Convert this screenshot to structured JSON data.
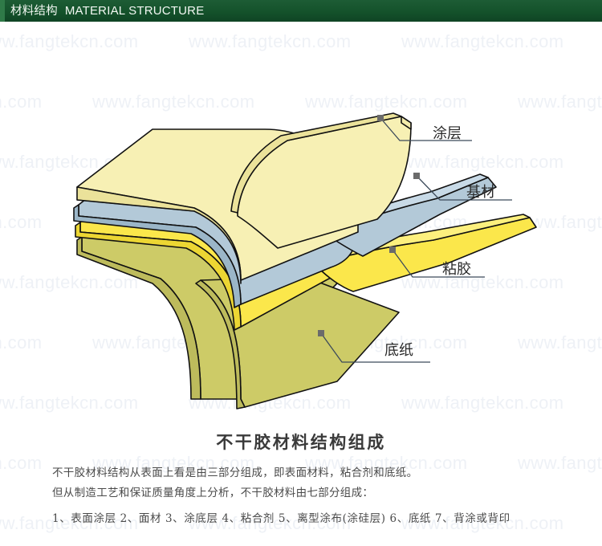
{
  "header": {
    "title_cn": "材料结构",
    "title_en": "MATERIAL STRUCTURE",
    "background_color": "#14522b",
    "text_color": "#f2f7f2"
  },
  "watermark": {
    "text": "www.fangtekcn.com",
    "color": "#eef1f6"
  },
  "diagram": {
    "name": "adhesive-material-layer-structure",
    "layers": [
      {
        "key": "coating",
        "label": "涂层",
        "color": "#f7f0b4",
        "description": "top pale-yellow coating layer"
      },
      {
        "key": "base",
        "label": "基材",
        "color": "#b3c9d8",
        "description": "blue-grey substrate / face stock layer"
      },
      {
        "key": "adhesive",
        "label": "粘胶",
        "color": "#fbe74b",
        "description": "bright yellow adhesive layer"
      },
      {
        "key": "liner",
        "label": "底纸",
        "color": "#cdcb67",
        "description": "olive release liner / backing paper"
      }
    ],
    "callouts": [
      {
        "key": "coating",
        "text": "涂层"
      },
      {
        "key": "base",
        "text": "基材"
      },
      {
        "key": "adhesive",
        "text": "粘胶"
      },
      {
        "key": "liner",
        "text": "底纸"
      }
    ],
    "marker_color": "#6b6b6b",
    "leader_color": "#3c4a5a",
    "outline_color": "#111111"
  },
  "caption": {
    "heading": "不干胶材料结构组成",
    "line1": "不干胶材料结构从表面上看是由三部分组成，即表面材料，粘合剂和底纸。",
    "line2": "但从制造工艺和保证质量角度上分析，不干胶材料由七部分组成：",
    "list_line": "1、表面涂层  2、面材  3、涂底层  4、粘合剂  5、离型涂布(涂硅层)  6、底纸  7、背涂或背印"
  }
}
